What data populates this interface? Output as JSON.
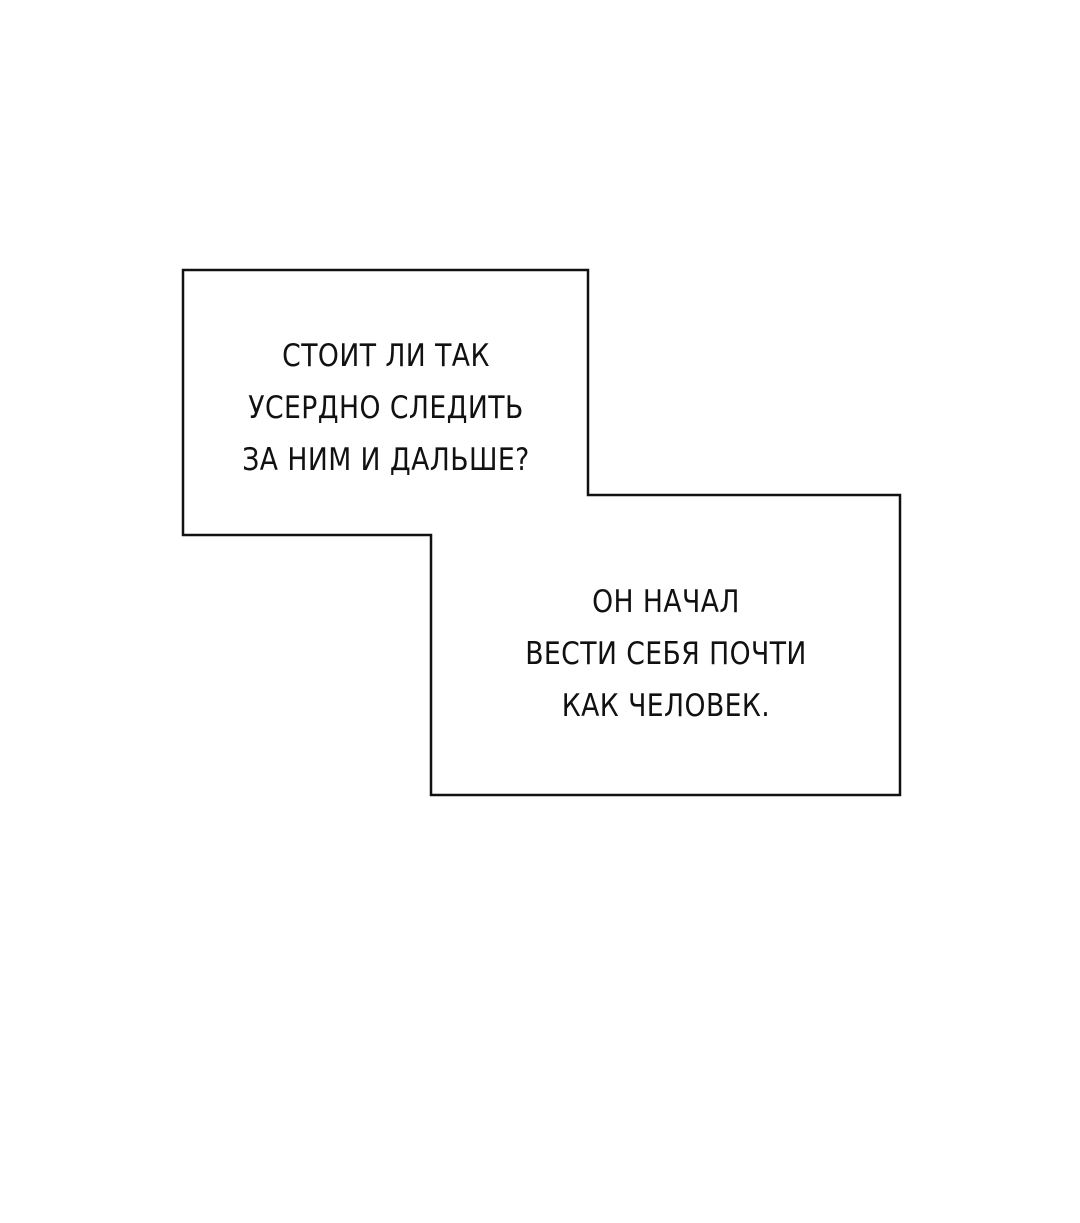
{
  "captions": [
    {
      "lines": [
        "СТОИТ ЛИ ТАК",
        "УСЕРДНО СЛЕДИТЬ",
        "ЗА НИМ И ДАЛЬШЕ?"
      ]
    },
    {
      "lines": [
        "ОН НАЧАЛ",
        "ВЕСТИ СЕБЯ ПОЧТИ",
        "КАК ЧЕЛОВЕК."
      ]
    }
  ],
  "colors": {
    "background": "#ffffff",
    "border": "#111111",
    "text": "#111111"
  }
}
